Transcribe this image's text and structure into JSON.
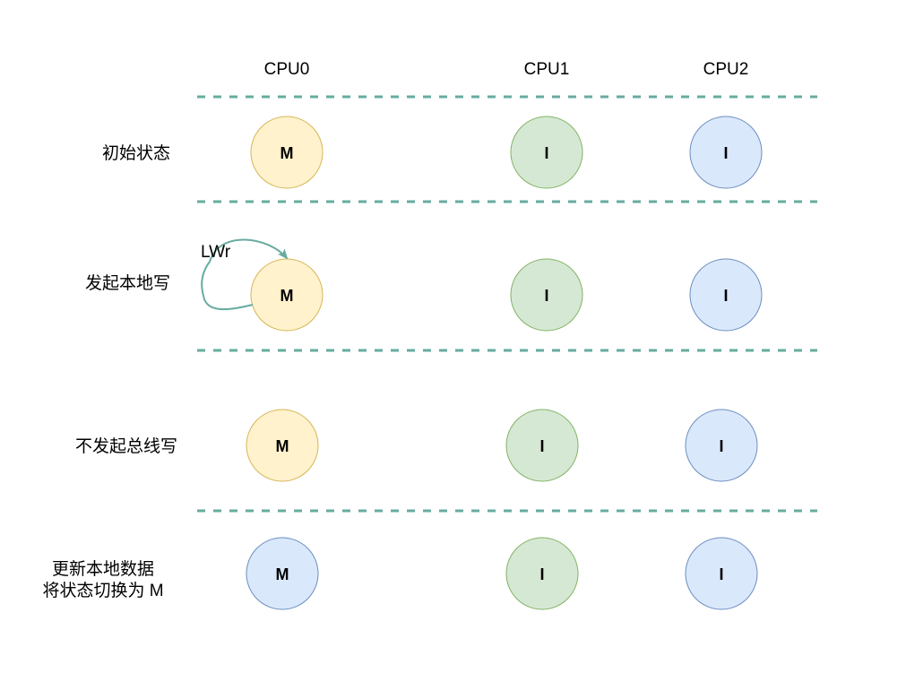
{
  "columns": [
    "CPU0",
    "CPU1",
    "CPU2"
  ],
  "rows": [
    {
      "label": [
        "初始状态"
      ],
      "states": [
        "M",
        "I",
        "I"
      ]
    },
    {
      "label": [
        "发起本地写"
      ],
      "states": [
        "M",
        "I",
        "I"
      ]
    },
    {
      "label": [
        "不发起总线写"
      ],
      "states": [
        "M",
        "I",
        "I"
      ]
    },
    {
      "label": [
        "更新本地数据",
        "将状态切换为 M"
      ],
      "states": [
        "M",
        "I",
        "I"
      ]
    }
  ],
  "cells": [
    [
      "modified",
      "invalid",
      "invalid-blue"
    ],
    [
      "modified",
      "invalid",
      "invalid-blue"
    ],
    [
      "modified",
      "invalid",
      "invalid-blue"
    ],
    [
      "invalid-blue",
      "invalid",
      "invalid-blue"
    ]
  ],
  "loop_arrow": {
    "label": "LWr",
    "row": 1,
    "column": 0
  },
  "colors": {
    "modified": {
      "fill": "#fff2cc",
      "stroke": "#d6b656"
    },
    "invalid": {
      "fill": "#d5e8d4",
      "stroke": "#82b366"
    },
    "invalid-blue": {
      "fill": "#dae8fc",
      "stroke": "#6c8ebf"
    },
    "divider": "#67ab9f",
    "arrow": "#67ab9f"
  }
}
